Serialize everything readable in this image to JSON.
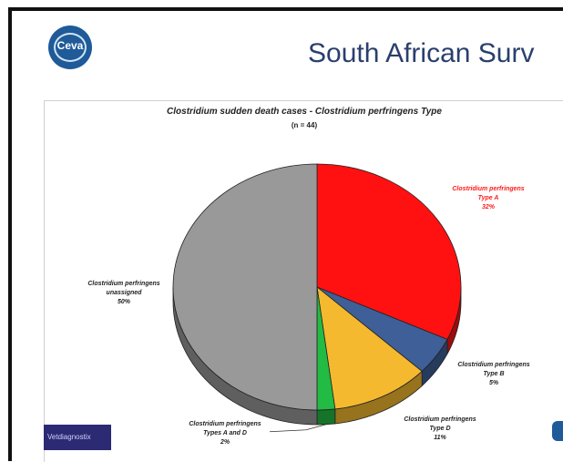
{
  "slide": {
    "title": "South African Surv",
    "logo_text": "Ceva",
    "footer_logo_text": "Vetdiagnostix"
  },
  "chart_data": {
    "type": "pie",
    "title": "Clostridium sudden death cases - Clostridium perfringens Type",
    "subtitle": "(n = 44)",
    "slices": [
      {
        "label_line1": "Clostridium perfringens",
        "label_line2": "Type A",
        "pct_text": "32%",
        "value": 32,
        "color": "#ff1111"
      },
      {
        "label_line1": "Clostridium perfringens",
        "label_line2": "Type B",
        "pct_text": "5%",
        "value": 5,
        "color": "#3e5f97"
      },
      {
        "label_line1": "Clostridium perfringens",
        "label_line2": "Type D",
        "pct_text": "11%",
        "value": 11,
        "color": "#f4b92f"
      },
      {
        "label_line1": "Clostridium perfringens",
        "label_line2": "Types A and D",
        "pct_text": "2%",
        "value": 2,
        "color": "#22bb44"
      },
      {
        "label_line1": "Clostridium perfringens",
        "label_line2": "unassigned",
        "pct_text": "50%",
        "value": 50,
        "color": "#999999"
      }
    ]
  }
}
